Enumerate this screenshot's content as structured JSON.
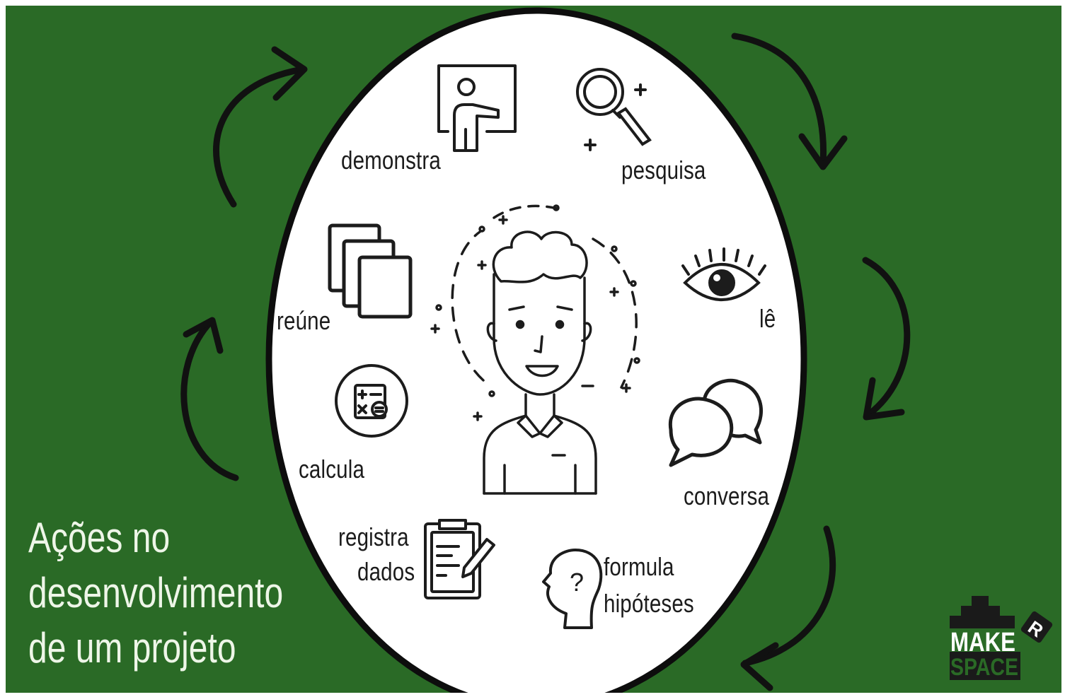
{
  "title": {
    "line1": "Ações no",
    "line2": "desenvolvimento",
    "line3": "de um projeto"
  },
  "actions": {
    "demonstra": "demonstra",
    "pesquisa": "pesquisa",
    "reune": "reúne",
    "le": "lê",
    "calcula": "calcula",
    "conversa": "conversa",
    "registra_line1": "registra",
    "registra_line2": "dados",
    "formula_line1": "formula",
    "formula_line2": "hipóteses"
  },
  "logo": {
    "make": "MAKE",
    "r": "R",
    "space": "SPACE"
  },
  "colors": {
    "background": "#2a6a26",
    "circle": "#ffffff",
    "ink": "#1c1c1c",
    "title_text": "#eef6e8"
  },
  "icons": [
    "teacher-board-icon",
    "magnifier-icon",
    "stack-squares-icon",
    "eye-icon",
    "calculator-icon",
    "chat-bubbles-icon",
    "clipboard-icon",
    "head-question-icon",
    "person-illustration",
    "cycle-arrow-icon"
  ]
}
